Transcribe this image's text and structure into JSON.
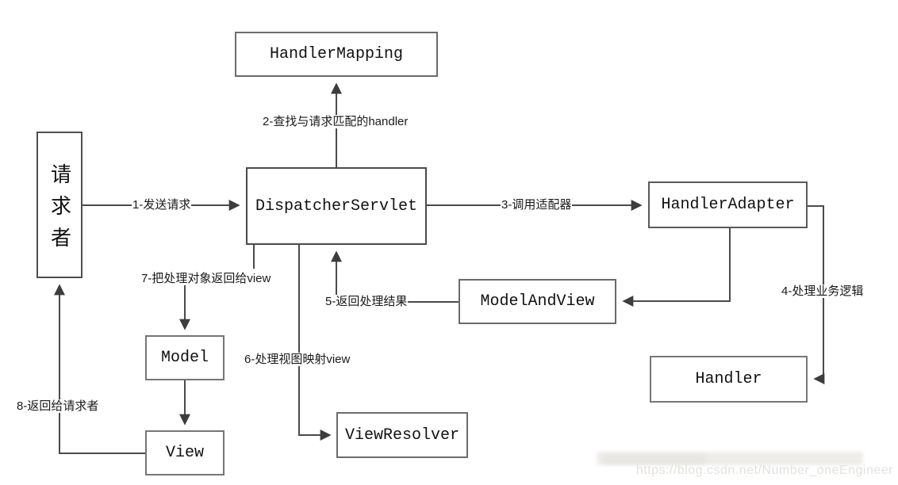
{
  "diagram": {
    "title": "SpringMVC DispatcherServlet request flow",
    "nodes": {
      "handler_mapping": {
        "label": "HandlerMapping"
      },
      "requester": {
        "label": "请求者"
      },
      "dispatcher_servlet": {
        "label": "DispatcherServlet"
      },
      "handler_adapter": {
        "label": "HandlerAdapter"
      },
      "model_and_view": {
        "label": "ModelAndView"
      },
      "handler": {
        "label": "Handler"
      },
      "model": {
        "label": "Model"
      },
      "view": {
        "label": "View"
      },
      "view_resolver": {
        "label": "ViewResolver"
      }
    },
    "edges": {
      "e1": {
        "label": "1-发送请求",
        "from": "requester",
        "to": "dispatcher_servlet"
      },
      "e2": {
        "label": "2-查找与请求匹配的handler",
        "from": "dispatcher_servlet",
        "to": "handler_mapping"
      },
      "e3": {
        "label": "3-调用适配器",
        "from": "dispatcher_servlet",
        "to": "handler_adapter"
      },
      "e4": {
        "label": "4-处理业务逻辑",
        "from": "handler_adapter",
        "to": "handler"
      },
      "e5": {
        "label": "5-返回处理结果",
        "from": "model_and_view",
        "to": "dispatcher_servlet"
      },
      "e6": {
        "label": "6-处理视图映射view",
        "from": "dispatcher_servlet",
        "to": "view_resolver"
      },
      "e7": {
        "label": "7-把处理对象返回给view",
        "from": "dispatcher_servlet",
        "to": "model"
      },
      "e8": {
        "label": "8-返回给请求者",
        "from": "view",
        "to": "requester"
      },
      "adapter_to_mav": {
        "label": "",
        "from": "handler_adapter",
        "to": "model_and_view"
      },
      "model_to_view": {
        "label": "",
        "from": "model",
        "to": "view"
      }
    },
    "colors": {
      "background": "#ffffff",
      "line": "#4a4a4a",
      "arrowhead": "#3d3d3d",
      "box_border": "#606060",
      "text": "#111111",
      "watermark": "#e4e2df"
    },
    "watermark": "https://blog.csdn.net/Number_oneEngineer"
  }
}
